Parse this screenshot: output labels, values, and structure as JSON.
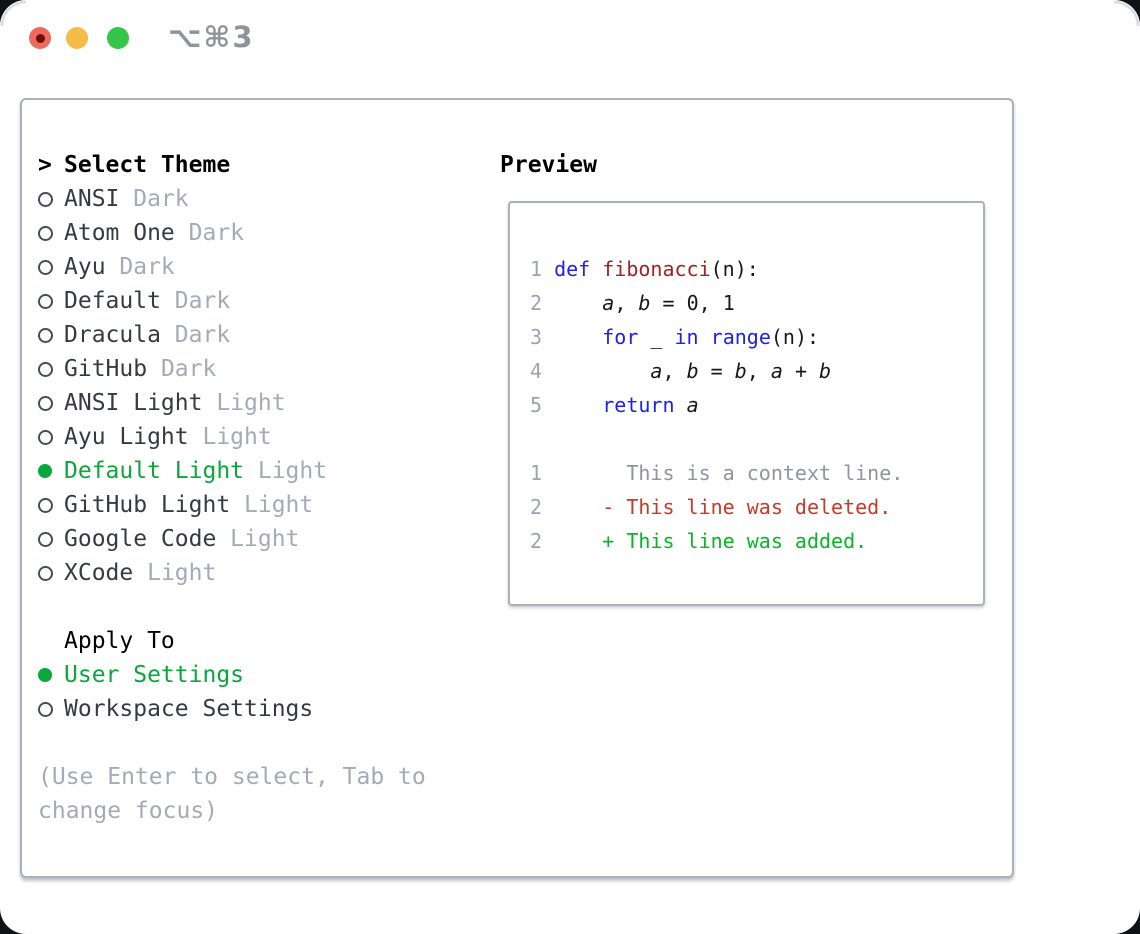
{
  "window": {
    "title": "⌥⌘3",
    "traffic_lights": [
      {
        "name": "close",
        "color": "#ee6a5f"
      },
      {
        "name": "minimize",
        "color": "#f5bd45"
      },
      {
        "name": "zoom",
        "color": "#35c649"
      }
    ]
  },
  "theme_picker": {
    "header": {
      "prompt": ">",
      "label": "Select Theme"
    },
    "themes": [
      {
        "name": "ANSI",
        "variant": "Dark",
        "selected": false
      },
      {
        "name": "Atom One",
        "variant": "Dark",
        "selected": false
      },
      {
        "name": "Ayu",
        "variant": "Dark",
        "selected": false
      },
      {
        "name": "Default",
        "variant": "Dark",
        "selected": false
      },
      {
        "name": "Dracula",
        "variant": "Dark",
        "selected": false
      },
      {
        "name": "GitHub",
        "variant": "Dark",
        "selected": false
      },
      {
        "name": "ANSI Light",
        "variant": "Light",
        "selected": false
      },
      {
        "name": "Ayu Light",
        "variant": "Light",
        "selected": false
      },
      {
        "name": "Default Light",
        "variant": "Light",
        "selected": true
      },
      {
        "name": "GitHub Light",
        "variant": "Light",
        "selected": false
      },
      {
        "name": "Google Code",
        "variant": "Light",
        "selected": false
      },
      {
        "name": "XCode",
        "variant": "Light",
        "selected": false
      }
    ],
    "apply_to": {
      "label": "Apply To",
      "options": [
        {
          "name": "User Settings",
          "selected": true
        },
        {
          "name": "Workspace Settings",
          "selected": false
        }
      ]
    },
    "help_text": "(Use Enter to select, Tab to change focus)"
  },
  "preview": {
    "label": "Preview",
    "lines": [
      [
        {
          "t": "1 ",
          "s": "ln"
        },
        {
          "t": "def ",
          "s": "kw"
        },
        {
          "t": "fibonacci",
          "s": "fn"
        },
        {
          "t": "(n):",
          "s": "code-default"
        }
      ],
      [
        {
          "t": "2 ",
          "s": "ln"
        },
        {
          "t": "    ",
          "s": "code-default"
        },
        {
          "t": "a",
          "s": "var"
        },
        {
          "t": ", ",
          "s": "code-default"
        },
        {
          "t": "b",
          "s": "var"
        },
        {
          "t": " = 0, 1",
          "s": "code-default"
        }
      ],
      [
        {
          "t": "3 ",
          "s": "ln"
        },
        {
          "t": "    ",
          "s": "code-default"
        },
        {
          "t": "for",
          "s": "kw"
        },
        {
          "t": " _ ",
          "s": "code-default"
        },
        {
          "t": "in",
          "s": "kw"
        },
        {
          "t": " ",
          "s": "code-default"
        },
        {
          "t": "range",
          "s": "kw"
        },
        {
          "t": "(n):",
          "s": "code-default"
        }
      ],
      [
        {
          "t": "4 ",
          "s": "ln"
        },
        {
          "t": "        ",
          "s": "code-default"
        },
        {
          "t": "a",
          "s": "var"
        },
        {
          "t": ", ",
          "s": "code-default"
        },
        {
          "t": "b",
          "s": "var"
        },
        {
          "t": " = ",
          "s": "code-default"
        },
        {
          "t": "b",
          "s": "var"
        },
        {
          "t": ", ",
          "s": "code-default"
        },
        {
          "t": "a",
          "s": "var"
        },
        {
          "t": " + ",
          "s": "code-default"
        },
        {
          "t": "b",
          "s": "var"
        }
      ],
      [
        {
          "t": "5 ",
          "s": "ln"
        },
        {
          "t": "    ",
          "s": "code-default"
        },
        {
          "t": "return",
          "s": "kw"
        },
        {
          "t": " ",
          "s": "code-default"
        },
        {
          "t": "a",
          "s": "var"
        }
      ],
      [],
      [
        {
          "t": "1 ",
          "s": "ln"
        },
        {
          "t": "      This is a context line.",
          "s": "ctx"
        }
      ],
      [
        {
          "t": "2 ",
          "s": "ln"
        },
        {
          "t": "    ",
          "s": "code-default"
        },
        {
          "t": "- This line was deleted.",
          "s": "del"
        }
      ],
      [
        {
          "t": "2 ",
          "s": "ln"
        },
        {
          "t": "    ",
          "s": "code-default"
        },
        {
          "t": "+ This line was added.",
          "s": "add"
        }
      ]
    ]
  },
  "colors": {
    "selected_green": "#09a73c",
    "added_green": "#05b823",
    "deleted_red": "#c73a28",
    "keyword_blue": "#2020ee",
    "function_red": "#a62020",
    "muted_gray": "#a3abb7",
    "line_number_gray": "#9ba5b1",
    "border_gray": "#a9b1bb",
    "item_text": "#343b44"
  }
}
